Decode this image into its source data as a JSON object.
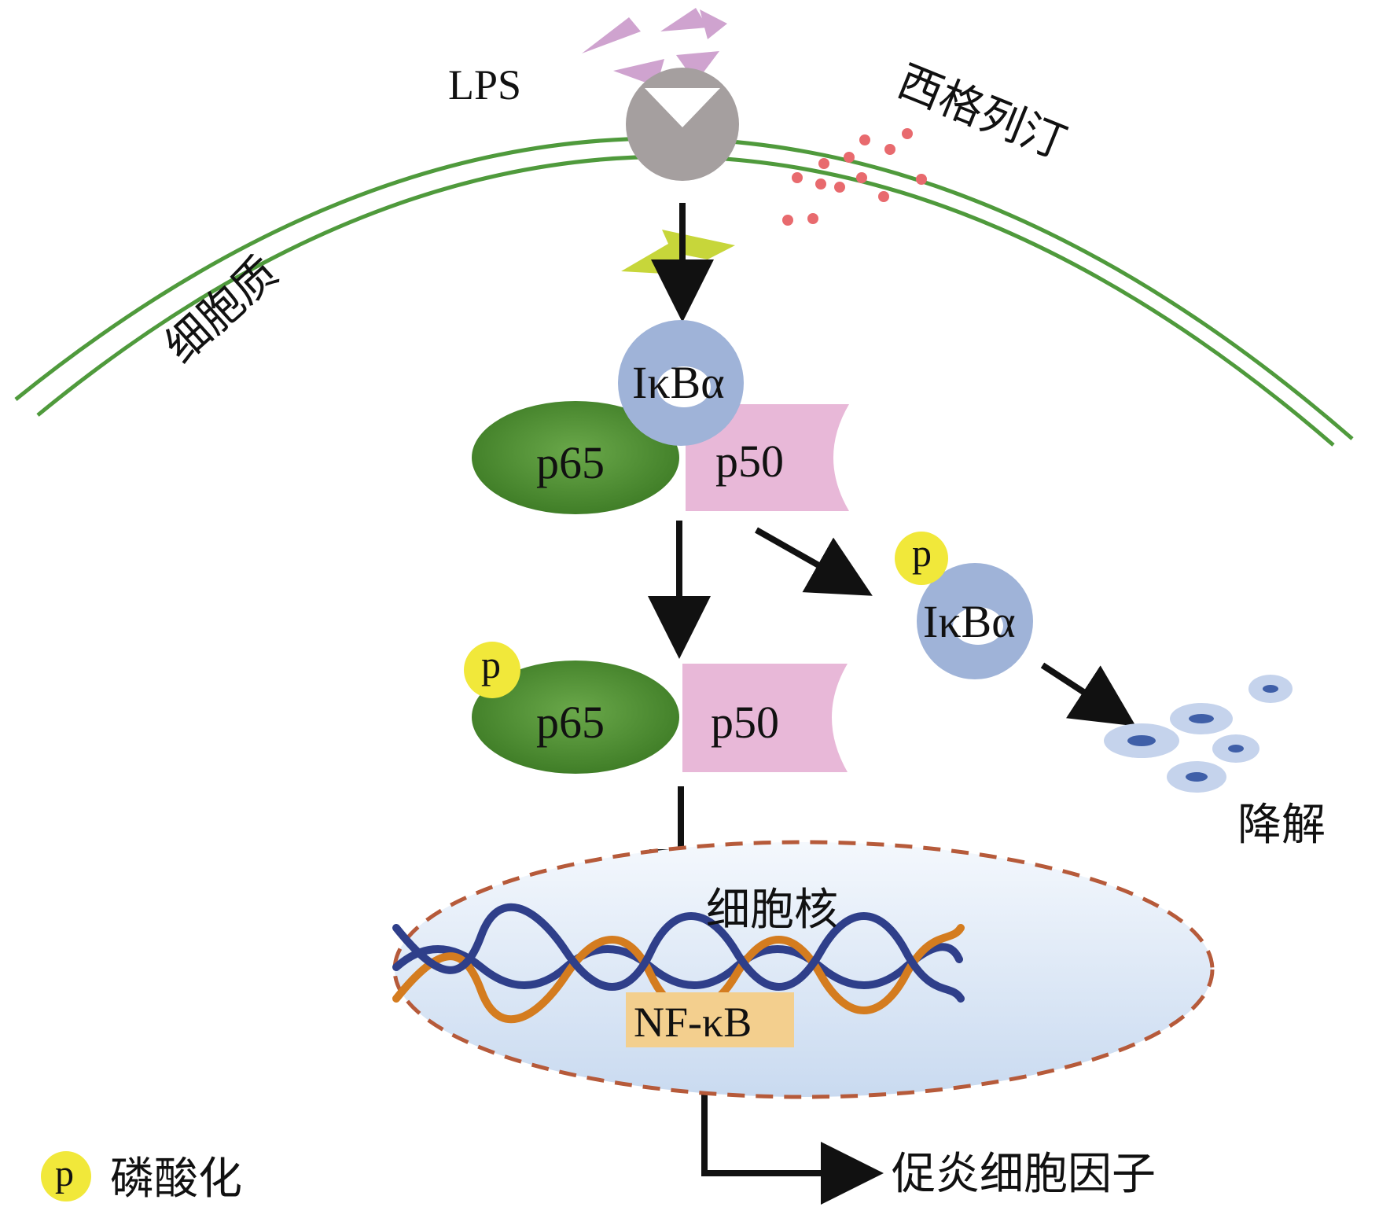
{
  "labels": {
    "lps": "LPS",
    "sigliptin": "西格列汀",
    "cytoplasm": "细胞质",
    "ikba_bound": "IκBα",
    "p65_top": "p65",
    "p50_top": "p50",
    "p_badge_ikba": "p",
    "ikba_free": "IκBα",
    "degradation": "降解",
    "p_badge_p65": "p",
    "p65_bottom": "p65",
    "p50_bottom": "p50",
    "nucleus": "细胞核",
    "nfkb": "NF-κB",
    "pro_inflammatory": "促炎细胞因子",
    "legend_p": "p",
    "legend_text": "磷酸化"
  },
  "colors": {
    "membrane": "#4f9a3c",
    "receptor": "#a59f9f",
    "lps_fragment": "#cfa3cf",
    "drug_dot": "#e86a6e",
    "ikba": "#9fb3d8",
    "p65": "#4a8a2e",
    "p50": "#e8b8d8",
    "phospho": "#f1e83a",
    "nucleus_border": "#b65a3a",
    "nfkb_box": "#f3cf8e",
    "dna_blue": "#2f3f8a",
    "dna_orange": "#d47c1f"
  }
}
